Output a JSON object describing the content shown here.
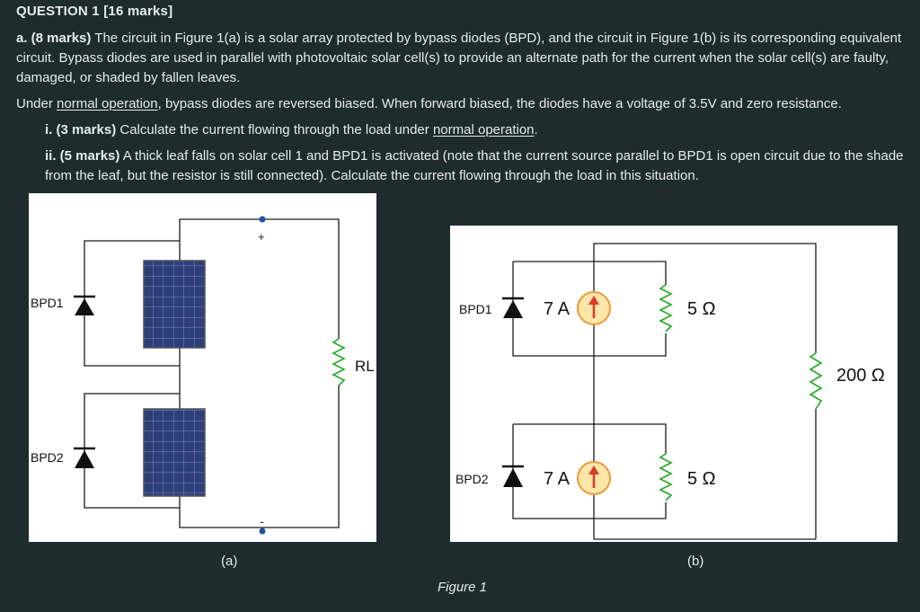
{
  "question": {
    "title": "QUESTION 1 [16 marks]",
    "part_a_label": "a. (8 marks)",
    "part_a_text": " The circuit in Figure 1(a) is a solar array protected by bypass diodes (BPD), and the circuit in Figure 1(b) is its corresponding equivalent circuit. Bypass diodes are used in parallel with photovoltaic solar cell(s) to provide an alternate path for the current when the solar cell(s) are faulty, damaged, or shaded by fallen leaves.",
    "normal_op_intro": "Under ",
    "normal_op_link": "normal operation",
    "normal_op_text": ", bypass diodes are reversed biased. When forward biased, the diodes have a voltage of 3.5V and zero resistance.",
    "part_i_label": "i. (3 marks)",
    "part_i_text": " Calculate the current flowing through the load under ",
    "part_i_link": "normal operation",
    "part_i_end": ".",
    "part_ii_label": "ii. (5 marks)",
    "part_ii_text": " A thick leaf falls on solar cell 1 and BPD1 is activated (note that the current source parallel to BPD1 is open circuit due to the shade from the leaf, but the resistor is still connected). Calculate the current flowing through the load in this situation."
  },
  "figure_a": {
    "bpd1_label": "BPD1",
    "bpd2_label": "BPD2",
    "plus_label": "+",
    "minus_label": "-",
    "load_label": "RL",
    "caption": "(a)"
  },
  "figure_b": {
    "bpd1_label": "BPD1",
    "bpd2_label": "BPD2",
    "source1_label": "7 A",
    "source2_label": "7 A",
    "r1_label": "5 Ω",
    "r2_label": "5 Ω",
    "load_label": "200 Ω",
    "caption": "(b)"
  },
  "figure_caption": "Figure 1",
  "colors": {
    "background": "#1e2b2f",
    "resistor": "#22aa22",
    "source_fill": "#fde6a8",
    "source_stroke": "#e89b3a",
    "source_arrow": "#d93a2b",
    "panel_blue": "#2c3f7a",
    "terminal": "#1f4fa0"
  }
}
